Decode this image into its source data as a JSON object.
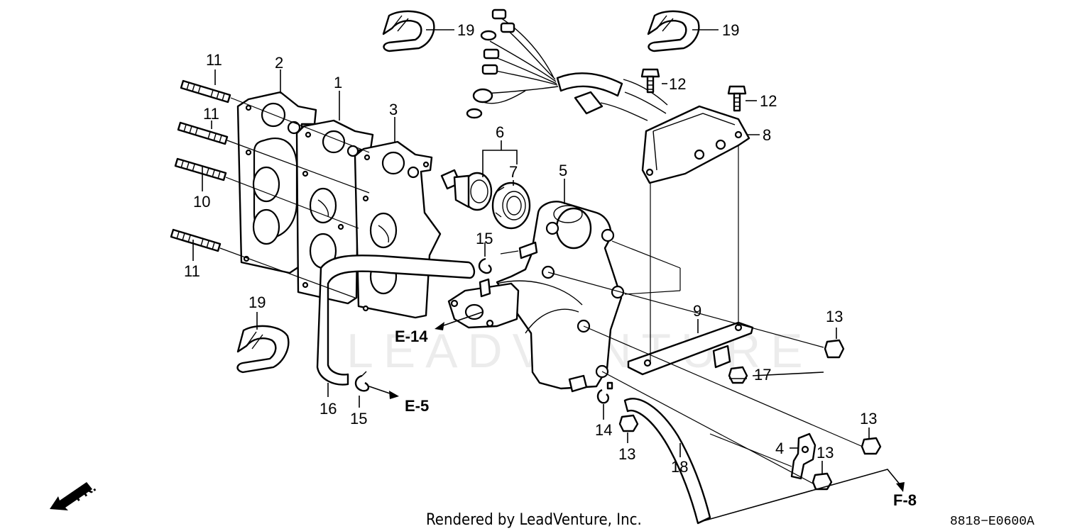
{
  "watermark": "LEADVENTURE",
  "credit": "Rendered by LeadVenture, Inc.",
  "diagram_code": "8818−E0600A",
  "direction_label": "FR.",
  "refs": {
    "e14": "E-14",
    "e5": "E-5",
    "f8": "F-8"
  },
  "callouts": {
    "c1": "1",
    "c2": "2",
    "c3": "3",
    "c4": "4",
    "c5": "5",
    "c6": "6",
    "c7": "7",
    "c8": "8",
    "c9": "9",
    "c10": "10",
    "c11a": "11",
    "c11b": "11",
    "c11c": "11",
    "c12a": "12",
    "c12b": "12",
    "c13a": "13",
    "c13b": "13",
    "c13c": "13",
    "c13d": "13",
    "c14": "14",
    "c15a": "15",
    "c15b": "15",
    "c16": "16",
    "c17": "17",
    "c18": "18",
    "c19a": "19",
    "c19b": "19",
    "c19c": "19"
  }
}
